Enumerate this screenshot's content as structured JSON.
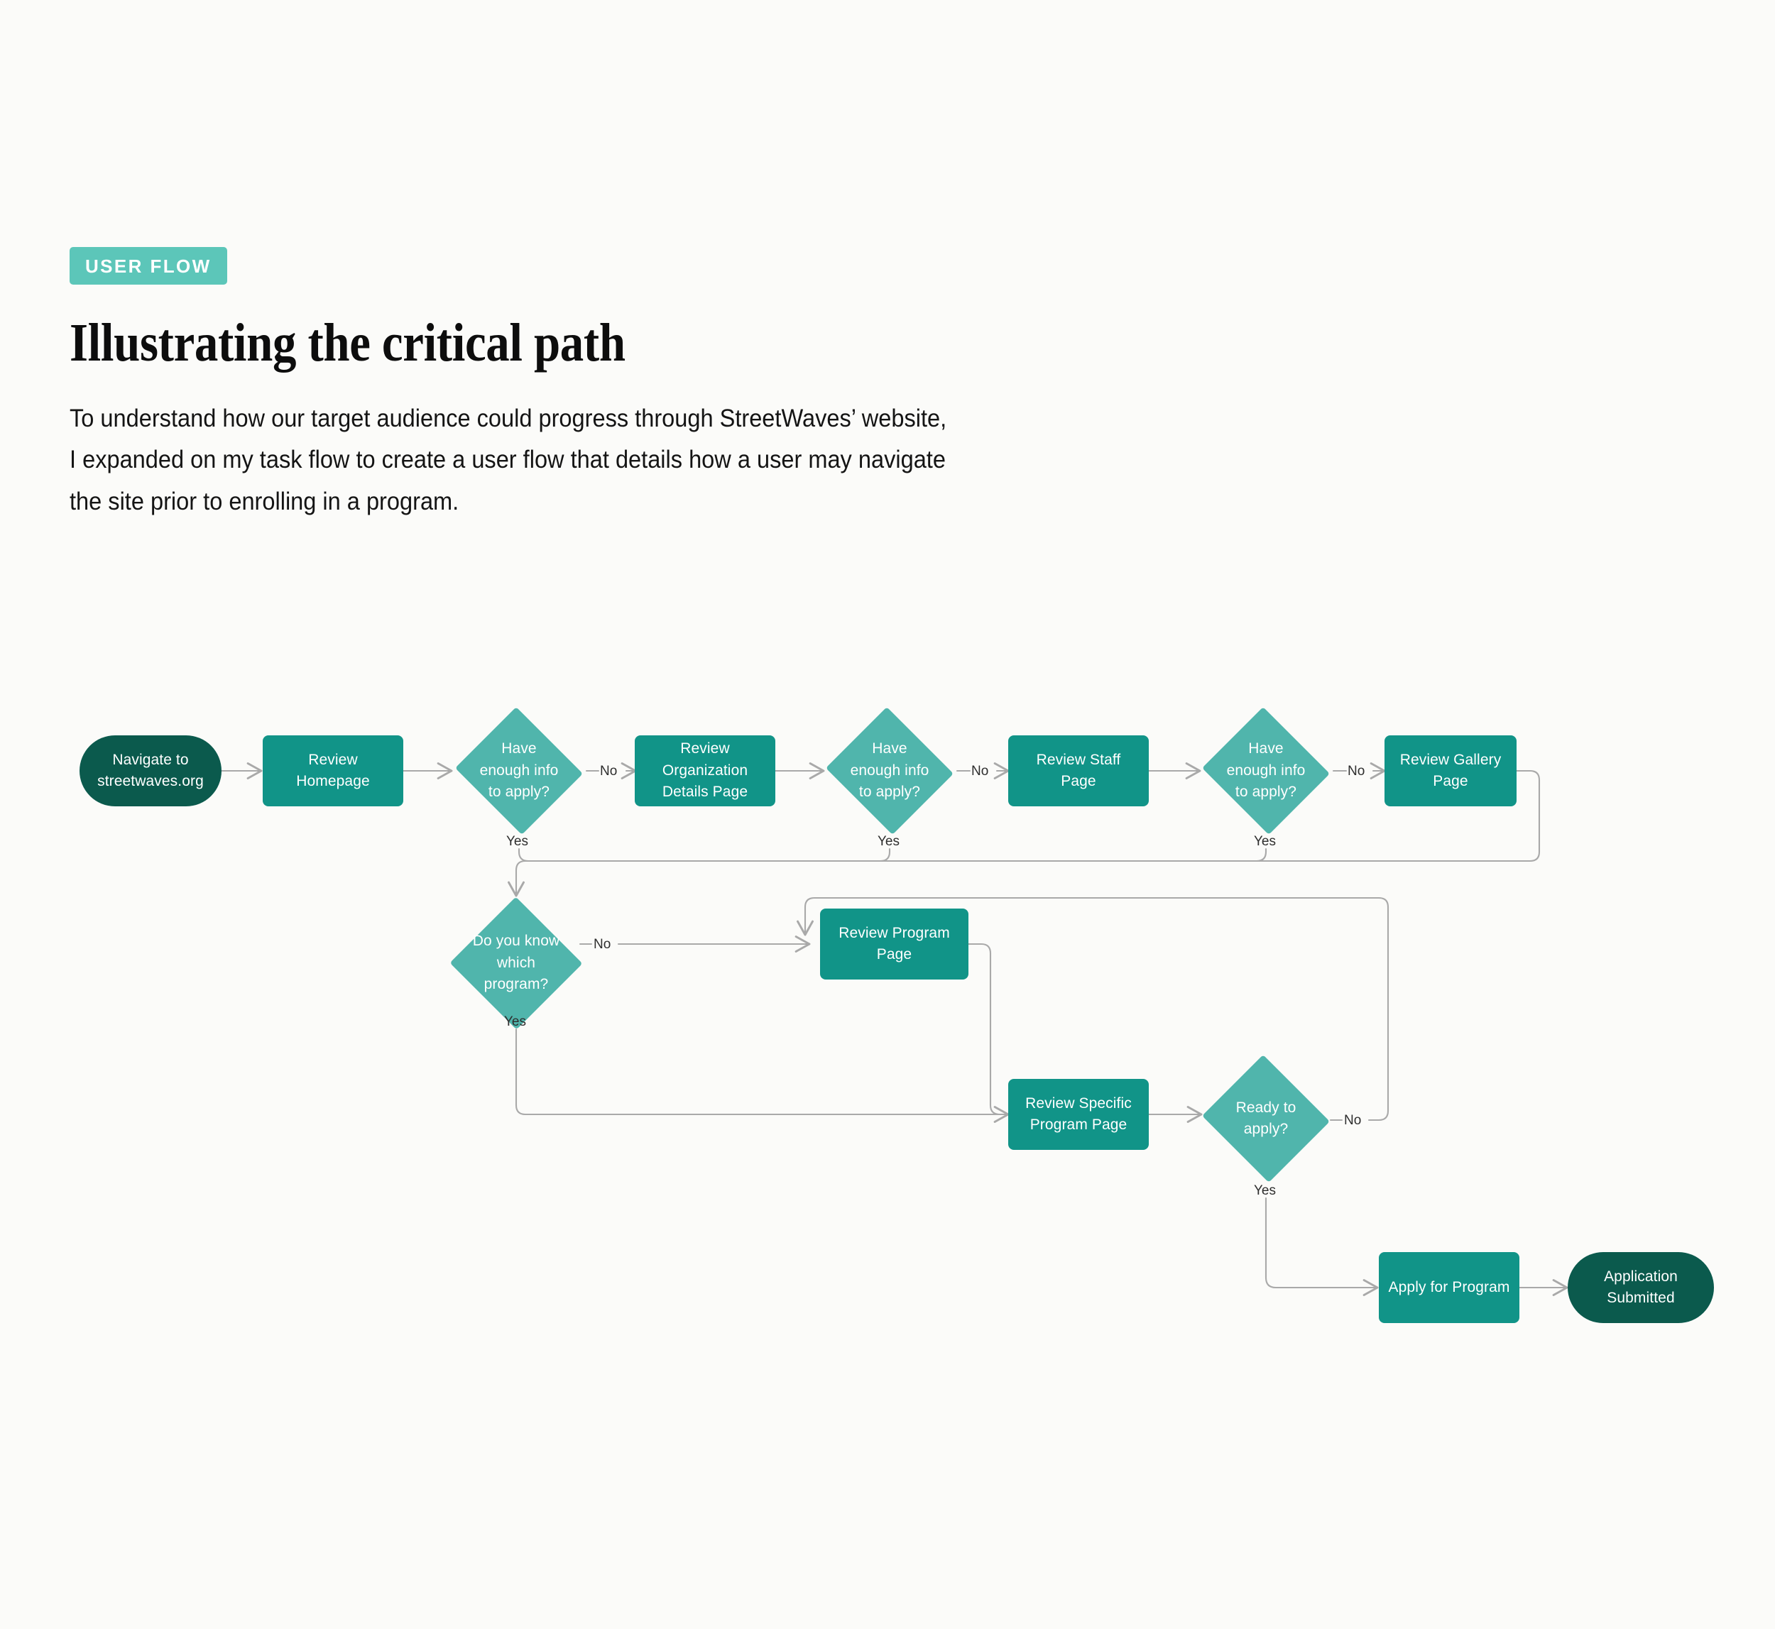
{
  "header": {
    "badge": "USER FLOW",
    "title": "Illustrating the critical path",
    "description": "To understand how our target audience could progress through StreetWaves’ website, I expanded on my task flow to create a user flow that details how a user may navigate the site prior to enrolling in a program."
  },
  "colors": {
    "background": "#FBFBF9",
    "badge": "#5CC6B9",
    "terminal": "#0B5A4D",
    "process": "#119488",
    "decision": "#50B5AC",
    "connector": "#A9A9A9",
    "title_text": "#0D0D0D",
    "node_text": "#FFFFFF"
  },
  "chart_data": {
    "type": "diagram",
    "title": "User flow – critical path to program enrollment",
    "nodes": [
      {
        "id": "start",
        "kind": "terminal",
        "label": "Navigate to streetwaves.org"
      },
      {
        "id": "homepage",
        "kind": "process",
        "label": "Review Homepage"
      },
      {
        "id": "dec1",
        "kind": "decision",
        "label": "Have enough info to apply?"
      },
      {
        "id": "org",
        "kind": "process",
        "label": "Review Organization Details Page"
      },
      {
        "id": "dec2",
        "kind": "decision",
        "label": "Have enough info to apply?"
      },
      {
        "id": "staff",
        "kind": "process",
        "label": "Review Staff Page"
      },
      {
        "id": "dec3",
        "kind": "decision",
        "label": "Have enough info to apply?"
      },
      {
        "id": "gallery",
        "kind": "process",
        "label": "Review Gallery Page"
      },
      {
        "id": "dec4",
        "kind": "decision",
        "label": "Do you know which program?"
      },
      {
        "id": "program",
        "kind": "process",
        "label": "Review Program Page"
      },
      {
        "id": "specific",
        "kind": "process",
        "label": "Review Specific Program Page"
      },
      {
        "id": "dec5",
        "kind": "decision",
        "label": "Ready to apply?"
      },
      {
        "id": "apply",
        "kind": "process",
        "label": "Apply for Program"
      },
      {
        "id": "submitted",
        "kind": "terminal",
        "label": "Application Submitted"
      }
    ],
    "edges": [
      {
        "from": "start",
        "to": "homepage",
        "label": ""
      },
      {
        "from": "homepage",
        "to": "dec1",
        "label": ""
      },
      {
        "from": "dec1",
        "to": "org",
        "label": "No"
      },
      {
        "from": "dec1",
        "to": "dec4",
        "label": "Yes"
      },
      {
        "from": "org",
        "to": "dec2",
        "label": ""
      },
      {
        "from": "dec2",
        "to": "staff",
        "label": "No"
      },
      {
        "from": "dec2",
        "to": "dec4",
        "label": "Yes"
      },
      {
        "from": "staff",
        "to": "dec3",
        "label": ""
      },
      {
        "from": "dec3",
        "to": "gallery",
        "label": "No"
      },
      {
        "from": "dec3",
        "to": "dec4",
        "label": "Yes"
      },
      {
        "from": "gallery",
        "to": "dec4",
        "label": ""
      },
      {
        "from": "dec4",
        "to": "program",
        "label": "No"
      },
      {
        "from": "dec4",
        "to": "specific",
        "label": "Yes"
      },
      {
        "from": "program",
        "to": "specific",
        "label": ""
      },
      {
        "from": "specific",
        "to": "dec5",
        "label": ""
      },
      {
        "from": "dec5",
        "to": "program",
        "label": "No"
      },
      {
        "from": "dec5",
        "to": "apply",
        "label": "Yes"
      },
      {
        "from": "apply",
        "to": "submitted",
        "label": ""
      }
    ],
    "node_labels": {
      "start_line1": "Navigate to",
      "start_line2": "streetwaves.org",
      "homepage": "Review Homepage",
      "dec1_line1": "Have",
      "dec1_line2": "enough info",
      "dec1_line3": "to apply?",
      "org_line1": "Review Organization",
      "org_line2": "Details Page",
      "dec2_line1": "Have",
      "dec2_line2": "enough info",
      "dec2_line3": "to apply?",
      "staff": "Review Staff Page",
      "dec3_line1": "Have",
      "dec3_line2": "enough info",
      "dec3_line3": "to apply?",
      "gallery": "Review Gallery Page",
      "dec4_line1": "Do you know",
      "dec4_line2": "which",
      "dec4_line3": "program?",
      "program": "Review Program Page",
      "specific_line1": "Review Specific",
      "specific_line2": "Program Page",
      "dec5_line1": "Ready to",
      "dec5_line2": "apply?",
      "apply": "Apply for Program",
      "submitted": "Application Submitted"
    },
    "branch_labels": {
      "no1": "No",
      "yes1": "Yes",
      "no2": "No",
      "yes2": "Yes",
      "no3": "No",
      "yes3": "Yes",
      "no4": "No",
      "yes4": "Yes",
      "no5": "No",
      "yes5": "Yes"
    }
  }
}
